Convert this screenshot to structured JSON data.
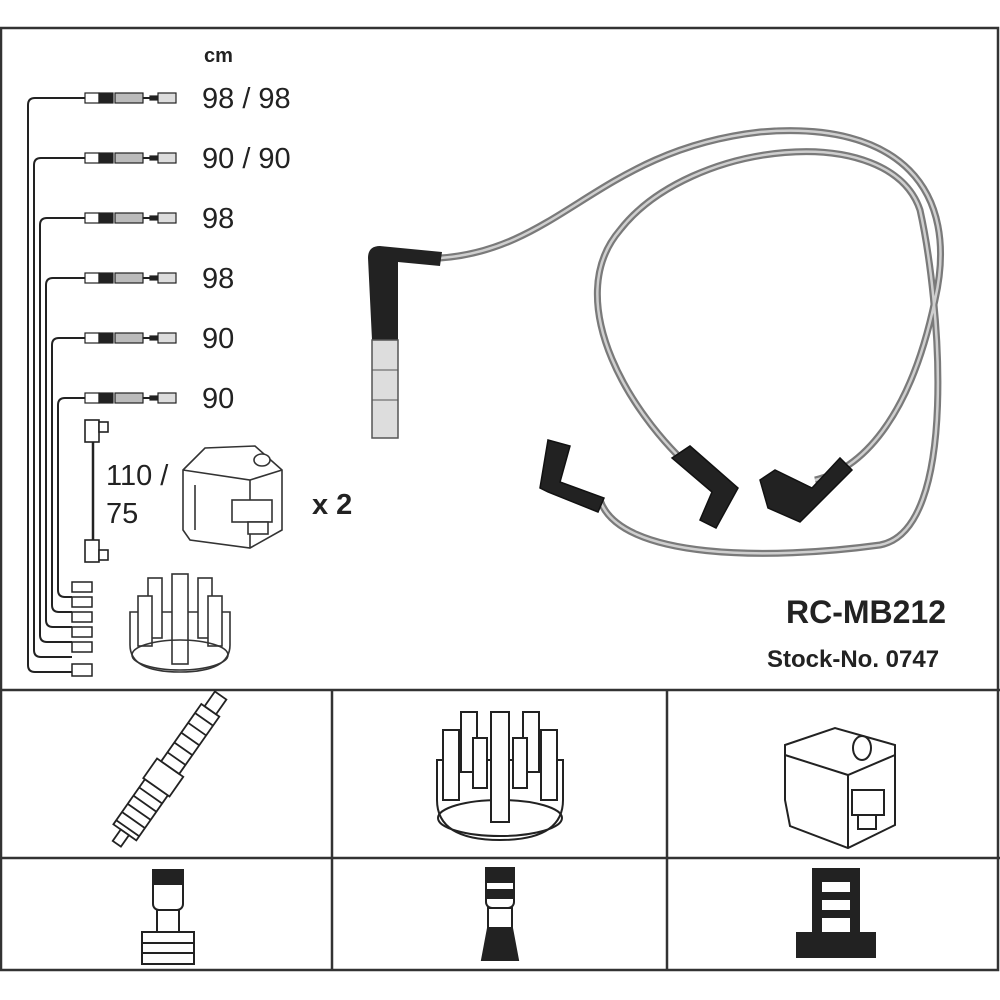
{
  "unit_label": "cm",
  "lengths": [
    "98 / 98",
    "90 / 90",
    "98",
    "98",
    "90",
    "90"
  ],
  "coil_lead": {
    "line1": "110 /",
    "line2": "75"
  },
  "coil_multiplier": "x 2",
  "product": {
    "code": "RC-MB212",
    "stock": "Stock-No. 0747"
  },
  "colors": {
    "line": "#222222",
    "wire_gray": "#8a8a8a",
    "background": "#ffffff"
  }
}
